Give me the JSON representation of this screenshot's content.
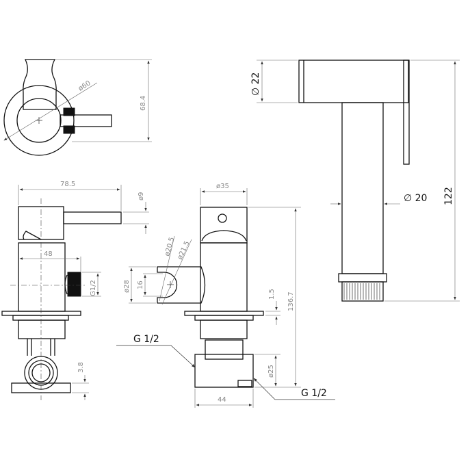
{
  "top_view": {
    "dia_outer": "ø60",
    "height": "68.4"
  },
  "side_view": {
    "width": "78.5",
    "lever_dia": "ø9",
    "body_depth": "48",
    "thread": "G1/2",
    "offset": "3.8"
  },
  "front_view": {
    "dia_body": "ø35",
    "dia_clip_inner": "ø20.5",
    "dia_clip_outer": "ø21.5",
    "clip_height": "ø28",
    "clip_opening": "16",
    "flange_thickness": "1.5",
    "total_height": "136.7",
    "outlet_dia": "ø25",
    "base_width": "44",
    "inlet_label": "G 1/2",
    "outlet_label": "G 1/2"
  },
  "sprayer": {
    "head_dia": "∅ 22",
    "tube_dia": "∅ 20",
    "length": "122"
  }
}
